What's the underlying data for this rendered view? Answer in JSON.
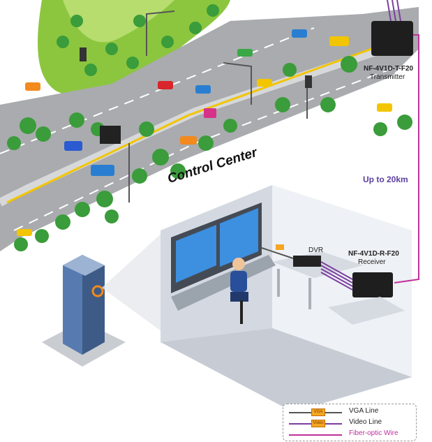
{
  "transmitter": {
    "model": "NF-4V1D-T-F20",
    "role": "Transmitter"
  },
  "receiver": {
    "model": "NF-4V1D-R-F20",
    "role": "Receiver"
  },
  "distance_label": "Up to 20km",
  "control_center_title": "Control Center",
  "dvr_label": "DVR",
  "legend": {
    "items": [
      {
        "label": "VGA Line",
        "tag": "VGA",
        "color": "#555555"
      },
      {
        "label": "Video Line",
        "tag": "Video",
        "color": "#7b3fa0"
      },
      {
        "label": "Fiber-optic Wire",
        "tag": "",
        "color": "#c0309a"
      }
    ]
  },
  "colors": {
    "road": "#a9abae",
    "road_line": "#f2c500",
    "grass": "#8cc63f",
    "tree": "#3a9c3a",
    "fiber": "#c0309a",
    "video": "#7b3fa0",
    "distance_text": "#5b3fa0",
    "building": "#3d5b86",
    "room_wall": "#e4e8ef",
    "screen": "#3d8fe0"
  }
}
